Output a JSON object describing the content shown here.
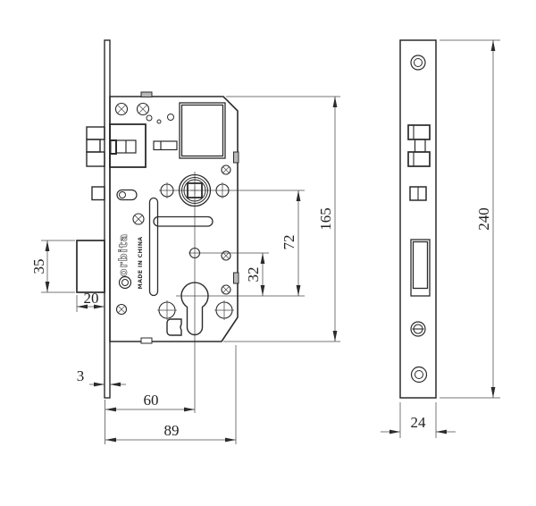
{
  "drawing": {
    "title": "mortise-lock-technical-drawing",
    "brand": "orbita",
    "origin": "MADE IN CHINA",
    "colors": {
      "object_line": "#2b2b2b",
      "dimension_line": "#4a4a4a",
      "background": "#ffffff"
    },
    "dims": {
      "deadbolt_height": "35",
      "bolt_throw": "20",
      "faceplate_thickness": "3",
      "backset": "60",
      "case_depth": "89",
      "cylinder_to_screw": "32",
      "handle_to_cylinder": "72",
      "case_height": "165",
      "faceplate_height": "240",
      "faceplate_width": "24"
    }
  }
}
